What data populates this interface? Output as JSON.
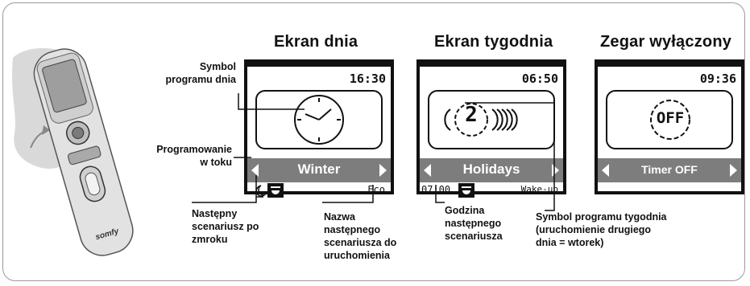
{
  "headings": {
    "day_screen": "Ekran dnia",
    "week_screen": "Ekran tygodnia",
    "clock_off": "Zegar wyłączony"
  },
  "screens": [
    {
      "time": "16:30",
      "label": "Winter",
      "footer_right": "Eco",
      "icon": "clock-face-icon"
    },
    {
      "time": "06:50",
      "label": "Holidays",
      "footer_left": "07:00",
      "footer_right": "Wake-up",
      "icon_text": "2",
      "icon": "week-program-icon"
    },
    {
      "time": "09:36",
      "label": "Timer OFF",
      "icon_text": "OFF",
      "icon": "timer-off-icon"
    }
  ],
  "annotations": {
    "day_program_symbol": [
      "Symbol",
      "programu dnia"
    ],
    "programming_in_progress": [
      "Programowanie",
      "w toku"
    ],
    "next_scenario_dusk": [
      "Następny",
      "scenariusz po",
      "zmroku"
    ],
    "next_scenario_name": [
      "Nazwa",
      "następnego",
      "scenariusza do",
      "uruchomienia"
    ],
    "next_scenario_time": [
      "Godzina",
      "następnego",
      "scenariusza"
    ],
    "week_program_symbol": [
      "Symbol programu tygodnia",
      "(uruchomienie drugiego",
      "dnia = wtorek)"
    ]
  },
  "device": {
    "brand": "somfy"
  },
  "colors": {
    "bar": "#7d7d7d",
    "frame": "#9a9a9a",
    "device_body": "#e2e2e2"
  }
}
